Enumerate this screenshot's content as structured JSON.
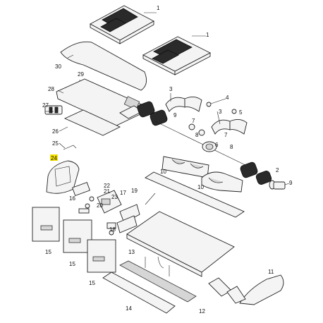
{
  "callouts": {
    "c1a": "1",
    "c1b": "1",
    "c2": "2",
    "c3": "3",
    "c4": "4",
    "c5": "5",
    "c6": "6",
    "c7": "7",
    "c8": "8",
    "c9": "9",
    "c10a": "10",
    "c10b": "10",
    "c11": "11",
    "c12": "12",
    "c13": "13",
    "c14": "14",
    "c15a": "15",
    "c15b": "15",
    "c15c": "15",
    "c16": "16",
    "c17": "17",
    "c18": "18",
    "c19": "19",
    "c20": "20",
    "c21": "21",
    "c22": "22",
    "c23": "23",
    "c24": "24",
    "c25": "25",
    "c26": "26",
    "c27": "27",
    "c28": "28",
    "c29": "29",
    "c30": "30"
  },
  "colors": {
    "highlight": "#f5e200",
    "line": "#222222",
    "fill": "#f4f4f4"
  }
}
